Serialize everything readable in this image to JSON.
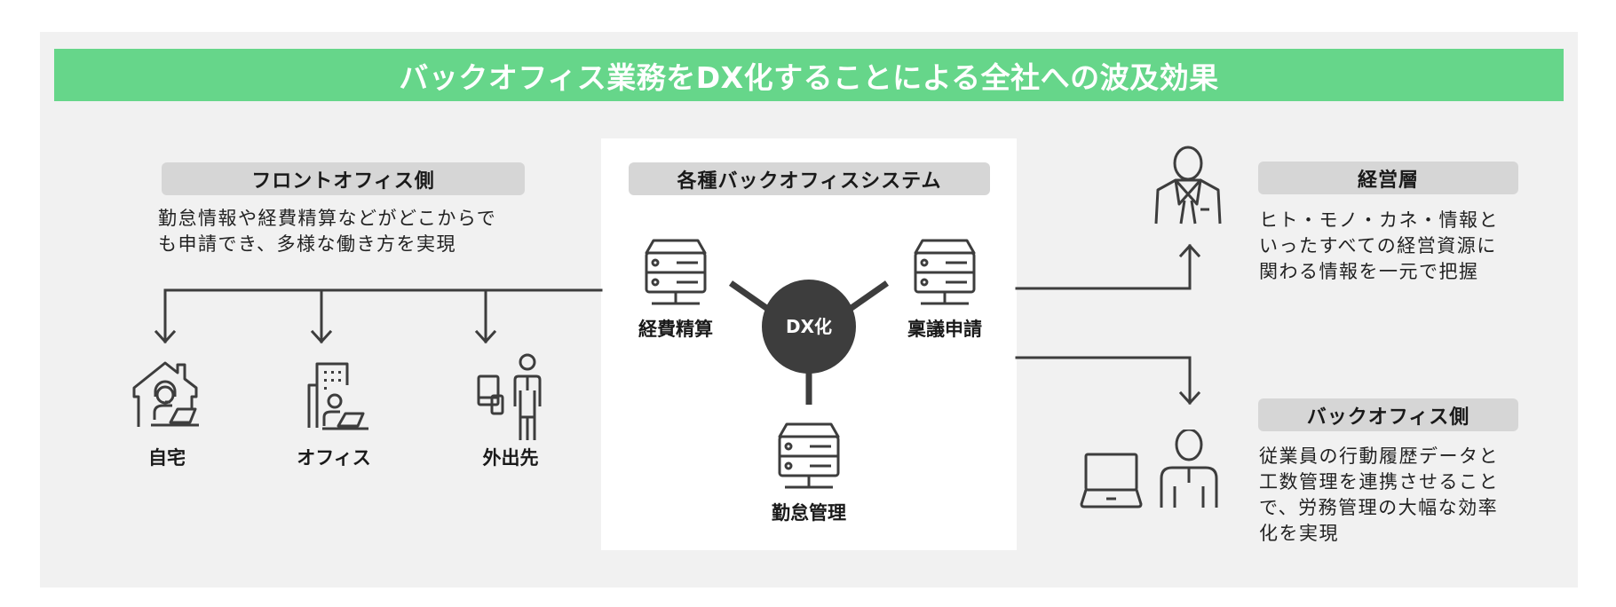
{
  "title": "バックオフィス業務をDX化することによる全社への波及効果",
  "front_office": {
    "heading": "フロントオフィス側",
    "description": [
      "勤怠情報や経費精算などがどこからで",
      "も申請でき、多様な働き方を実現"
    ],
    "locations": [
      {
        "label": "自宅",
        "icon": "home-remote-worker-icon"
      },
      {
        "label": "オフィス",
        "icon": "office-worker-icon"
      },
      {
        "label": "外出先",
        "icon": "mobile-worker-icon"
      }
    ]
  },
  "systems": {
    "heading": "各種バックオフィスシステム",
    "hub_label": "DX化",
    "items": [
      {
        "label": "経費精算",
        "icon": "server-icon"
      },
      {
        "label": "稟議申請",
        "icon": "server-icon"
      },
      {
        "label": "勤怠管理",
        "icon": "server-icon"
      }
    ]
  },
  "management": {
    "heading": "経営層",
    "icon": "executive-icon",
    "description": [
      "ヒト・モノ・カネ・情報と",
      "いったすべての経営資源に",
      "関わる情報を一元で把握"
    ]
  },
  "back_office": {
    "heading": "バックオフィス側",
    "icons": [
      "laptop-icon",
      "employee-icon"
    ],
    "description": [
      "従業員の行動履歴データと",
      "工数管理を連携させること",
      "で、労務管理の大幅な効率",
      "化を実現"
    ]
  },
  "colors": {
    "banner": "#66d68a",
    "panel": "#f1f1f1",
    "pill": "#d6d6d6",
    "stroke": "#3d3d3d"
  }
}
